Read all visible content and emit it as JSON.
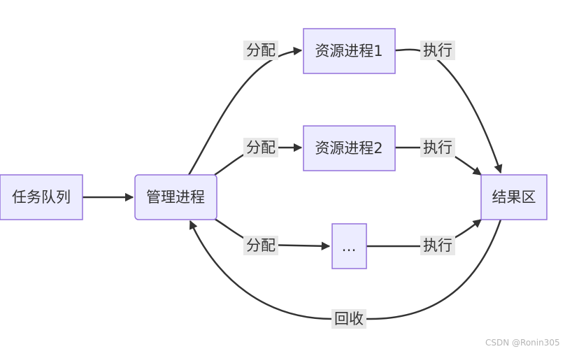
{
  "nodes": {
    "queue": "任务队列",
    "manager": "管理进程",
    "res1": "资源进程1",
    "res2": "资源进程2",
    "res_more": "…",
    "result": "结果区"
  },
  "edges": {
    "assign_1": "分配",
    "assign_2": "分配",
    "assign_3": "分配",
    "exec_1": "执行",
    "exec_2": "执行",
    "exec_3": "执行",
    "recycle": "回收"
  },
  "colors": {
    "node_fill": "#ECECFF",
    "node_stroke": "#9370DB",
    "edge": "#333333",
    "label_bg": "#E8E8E8"
  },
  "watermark": "CSDN @Ronin305"
}
